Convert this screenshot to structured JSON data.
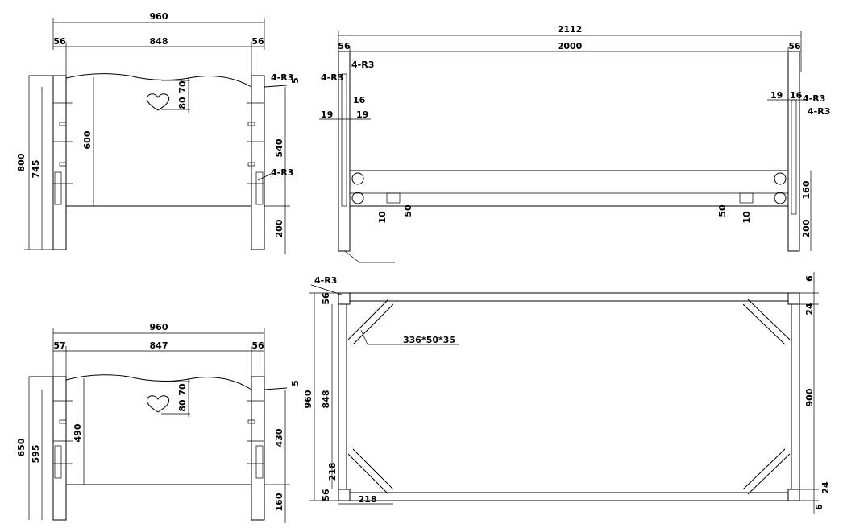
{
  "views": {
    "head_board": {
      "overall_width": "960",
      "left_post": "56",
      "inner_width": "848",
      "right_post": "56",
      "overall_height": "800",
      "side_height": "745",
      "panel_height": "600",
      "right_upper": "540",
      "right_bottom": "200",
      "curve_a": "70",
      "curve_b": "80",
      "top_offset": "5",
      "radius_label_top": "4-R3",
      "radius_label_mid": "4-R3"
    },
    "side_view": {
      "overall_length": "2112",
      "left_post": "56",
      "inner_length": "2000",
      "right_post": "56",
      "radius_left_a": "4-R3",
      "radius_left_b": "4-R3",
      "radius_right_a": "4-R3",
      "radius_right_b": "4-R3",
      "left_16": "16",
      "left_19a": "19",
      "left_19b": "19",
      "right_19": "19",
      "right_16": "16",
      "left_10": "10",
      "left_50": "50",
      "right_50": "50",
      "right_10": "10",
      "right_160": "160",
      "right_200": "200"
    },
    "foot_board": {
      "overall_width": "960",
      "left_post": "57",
      "inner_width": "847",
      "right_post": "56",
      "overall_height": "650",
      "side_height": "595",
      "panel_height": "490",
      "right_upper": "430",
      "right_bottom": "160",
      "curve_a": "70",
      "curve_b": "80",
      "top_offset": "5"
    },
    "plan_view": {
      "radius_label": "4-R3",
      "post_top": "56",
      "overall_width": "960",
      "inner_width": "848",
      "offset_218_v": "218",
      "post_bottom": "56",
      "offset_218_h": "218",
      "brace_label": "336*50*35",
      "right_6_top": "6",
      "right_24_top": "24",
      "right_900": "900",
      "right_24_bottom": "24",
      "right_6_bottom": "6"
    }
  }
}
